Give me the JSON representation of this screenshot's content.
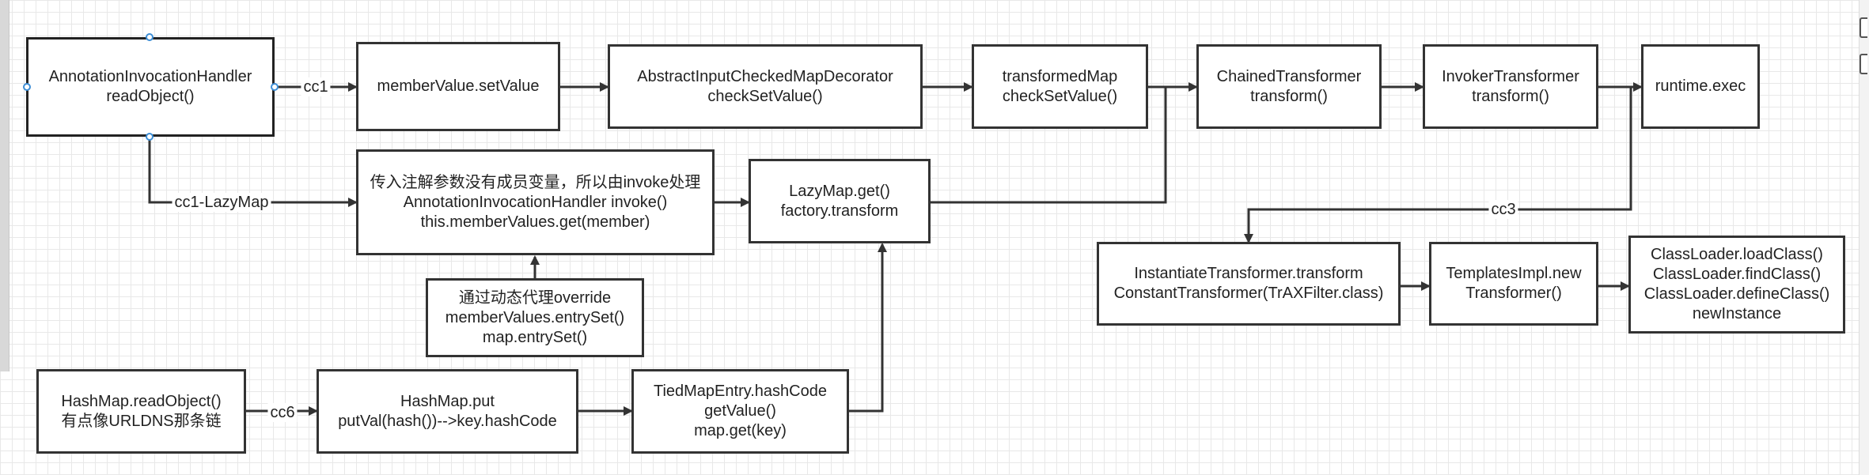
{
  "colors": {
    "stroke": "#333333",
    "text": "#222222",
    "handle": "#3d8ed6",
    "grid": "#e8e8e8"
  },
  "nodes": {
    "aih": [
      "AnnotationInvocationHandler",
      "readObject()"
    ],
    "setvalue": [
      "memberValue.setValue"
    ],
    "abstract": [
      "AbstractInputCheckedMapDecorator",
      "checkSetValue()"
    ],
    "transformedmap": [
      "transformedMap",
      "checkSetValue()"
    ],
    "chained": [
      "ChainedTransformer",
      "transform()"
    ],
    "invoker": [
      "InvokerTransformer",
      "transform()"
    ],
    "runtime": [
      "runtime.exec"
    ],
    "invoke": [
      "传入注解参数没有成员变量，所以由invoke处理",
      "AnnotationInvocationHandler invoke()",
      "this.memberValues.get(member)"
    ],
    "lazymap": [
      "LazyMap.get()",
      "factory.transform"
    ],
    "proxy": [
      "通过动态代理override",
      "memberValues.entrySet()",
      "map.entrySet()"
    ],
    "instantiate": [
      "InstantiateTransformer.transform",
      "ConstantTransformer(TrAXFilter.class)"
    ],
    "templates": [
      "TemplatesImpl.new",
      "Transformer()"
    ],
    "classloader": [
      "ClassLoader.loadClass()",
      "ClassLoader.findClass()",
      "ClassLoader.defineClass()",
      "newInstance"
    ],
    "hashmap": [
      "HashMap.readObject()",
      "有点像URLDNS那条链"
    ],
    "hashmapput": [
      "HashMap.put",
      "putVal(hash())-->key.hashCode"
    ],
    "tied": [
      "TiedMapEntry.hashCode",
      "getValue()",
      "map.get(key)"
    ]
  },
  "edge_labels": {
    "cc1": "cc1",
    "cc1_lazymap": "cc1-LazyMap",
    "cc3": "cc3",
    "cc6": "cc6"
  }
}
